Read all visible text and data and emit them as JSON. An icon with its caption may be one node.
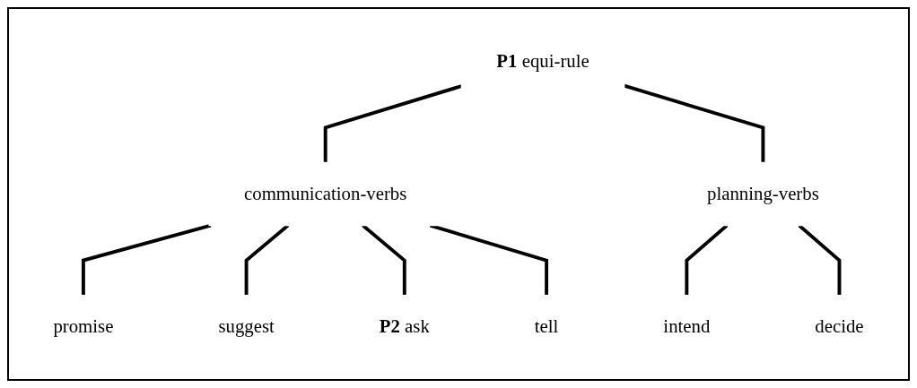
{
  "diagram": {
    "nodes": [
      {
        "text": [
          "P1",
          "equi-rule"
        ]
      },
      {
        "text": [
          "communication-verbs"
        ]
      },
      {
        "text": [
          "planning-verbs"
        ]
      },
      {
        "text": [
          "promise"
        ]
      },
      {
        "text": [
          "suggest"
        ]
      },
      {
        "text": [
          "P2",
          "ask"
        ]
      },
      {
        "text": [
          "tell"
        ]
      },
      {
        "text": [
          "intend"
        ]
      },
      {
        "text": [
          "decide"
        ]
      }
    ],
    "edges": [
      {
        "from": 0,
        "to": 1,
        "arrow": "none"
      },
      {
        "from": 0,
        "to": 2,
        "arrow": "none"
      },
      {
        "from": 1,
        "to": 3,
        "arrow": "none"
      },
      {
        "from": 1,
        "to": 4,
        "arrow": "none"
      },
      {
        "from": 1,
        "to": 5,
        "arrow": "none"
      },
      {
        "from": 1,
        "to": 6,
        "arrow": "none"
      },
      {
        "from": 2,
        "to": 7,
        "arrow": "none"
      },
      {
        "from": 2,
        "to": 8,
        "arrow": "none"
      }
    ]
  }
}
